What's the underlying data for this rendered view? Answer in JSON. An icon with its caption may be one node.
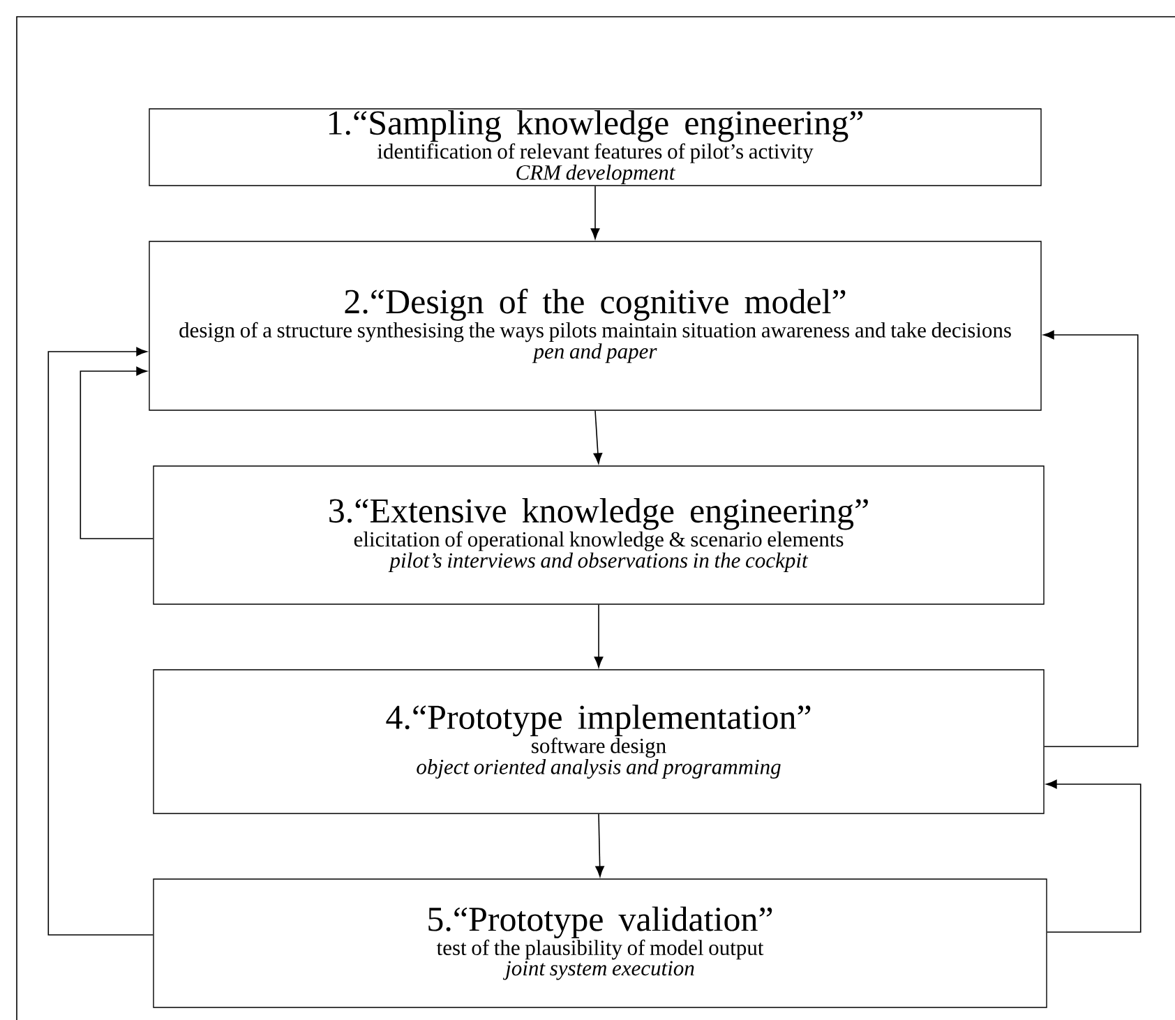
{
  "diagram": {
    "nodes": [
      {
        "text": [
          "1.“Sampling knowledge engineering”",
          "identification of relevant features of pilot’s activity",
          "CRM development"
        ]
      },
      {
        "text": [
          "2.“Design of the cognitive model”",
          "design of a structure synthesising the ways pilots maintain situation awareness and take decisions",
          "pen and paper"
        ]
      },
      {
        "text": [
          "3.“Extensive knowledge engineering”",
          "elicitation of operational knowledge & scenario elements",
          "pilot’s interviews and observations in the cockpit"
        ]
      },
      {
        "text": [
          "4.“Prototype implementation”",
          "software design",
          "object oriented analysis and programming"
        ]
      },
      {
        "text": [
          "5.“Prototype validation”",
          "test of the plausibility of model output",
          "joint system execution"
        ]
      }
    ],
    "edges": [
      {
        "from": 0,
        "to": 1,
        "arrow": "to"
      },
      {
        "from": 1,
        "to": 2,
        "arrow": "to"
      },
      {
        "from": 2,
        "to": 3,
        "arrow": "to"
      },
      {
        "from": 3,
        "to": 4,
        "arrow": "to"
      },
      {
        "from": 2,
        "to": 1,
        "arrow": "to"
      },
      {
        "from": 4,
        "to": 1,
        "arrow": "to"
      },
      {
        "from": 3,
        "to": 1,
        "arrow": "to"
      },
      {
        "from": 4,
        "to": 3,
        "arrow": "to"
      }
    ]
  }
}
